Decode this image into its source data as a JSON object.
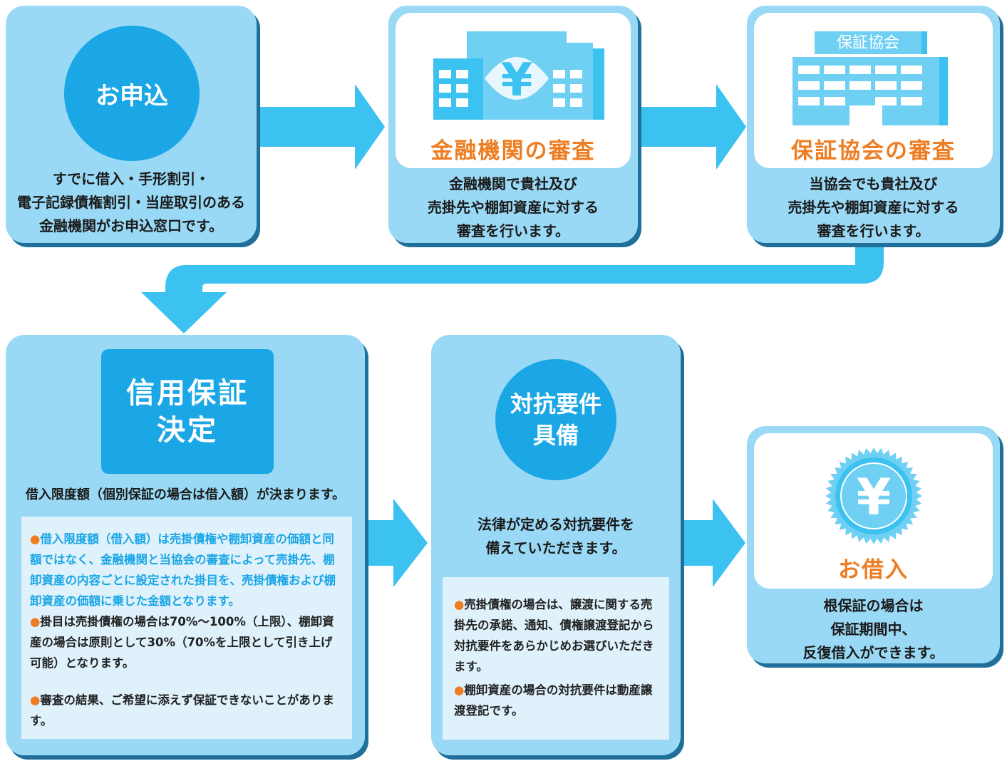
{
  "steps": {
    "apply": {
      "circle_label": "お申込",
      "description": "すでに借入・手形割引・\n電子記録債権割引・当座取引のある\n金融機関がお申込窓口です。"
    },
    "bank_review": {
      "icon": "bank-yen-building-icon",
      "title": "金融機関の審査",
      "description": "金融機関で貴社及び\n売掛先や棚卸資産に対する\n審査を行います。"
    },
    "association_review": {
      "icon": "association-building-icon",
      "sign": "保証協会",
      "title": "保証協会の審査",
      "description": "当協会でも貴社及び\n売掛先や棚卸資産に対する\n審査を行います。"
    },
    "decision": {
      "box_label_line1": "信用保証",
      "box_label_line2": "決定",
      "subtitle": "借入限度額（個別保証の場合は借入額）が決まります。",
      "notes": [
        {
          "text": "借入限度額（借入額）は売掛債権や棚卸資産の価額と同額ではなく、金融機関と当協会の審査によって売掛先、棚卸資産の内容ごとに設定された掛目を、売掛債権および棚卸資産の価額に乗じた金額となります。",
          "highlight": true
        },
        {
          "text": "掛目は売掛債権の場合は70%〜100%（上限）、棚卸資産の場合は原則として30%（70%を上限として引き上げ可能）となります。",
          "highlight": false
        },
        {
          "text": "審査の結果、ご希望に添えず保証できないことがあります。",
          "highlight": false
        }
      ]
    },
    "perfection": {
      "circle_line1": "対抗要件",
      "circle_line2": "具備",
      "description": "法律が定める対抗要件を\n備えていただきます。",
      "notes": [
        {
          "text": "売掛債権の場合は、譲渡に関する売掛先の承諾、通知、債権譲渡登記から対抗要件をあらかじめお選びいただきます。"
        },
        {
          "text": "棚卸資産の場合の対抗要件は動産譲渡登記です。"
        }
      ]
    },
    "borrow": {
      "icon": "yen-medal-icon",
      "title": "お借入",
      "description": "根保証の場合は\n保証期間中、\n反復借入ができます。"
    }
  },
  "colors": {
    "card": "#9ad9f5",
    "card_shadow": "#1f6f9a",
    "accent_blue": "#1ba6e6",
    "arrow": "#3cc2f0",
    "orange": "#ee7d22",
    "note_bg": "#dff2fc"
  },
  "bullet_symbol": "●"
}
